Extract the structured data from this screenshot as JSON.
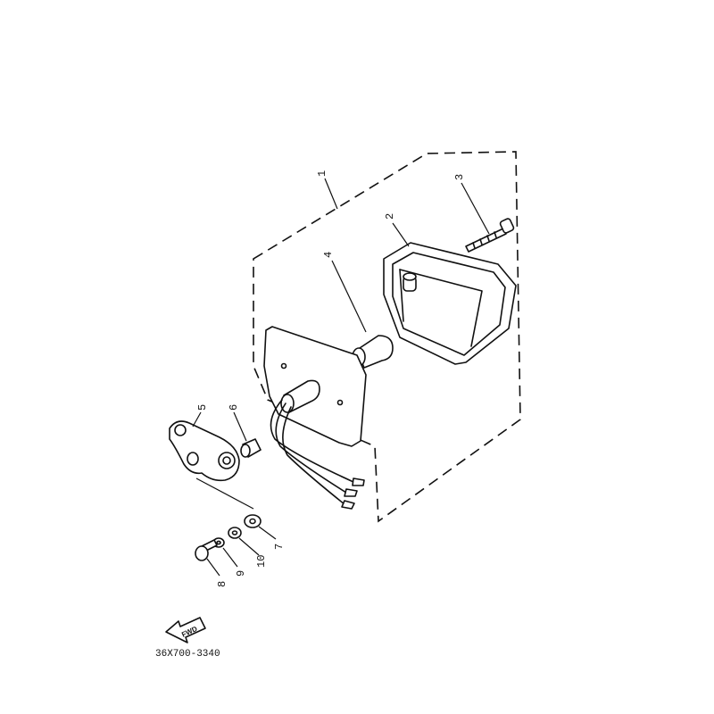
{
  "diagram": {
    "callouts": [
      {
        "id": "1",
        "label": "1"
      },
      {
        "id": "2",
        "label": "2"
      },
      {
        "id": "3",
        "label": "3"
      },
      {
        "id": "4",
        "label": "4"
      },
      {
        "id": "5",
        "label": "5"
      },
      {
        "id": "6",
        "label": "6"
      },
      {
        "id": "7",
        "label": "7"
      },
      {
        "id": "8",
        "label": "8"
      },
      {
        "id": "9",
        "label": "9"
      },
      {
        "id": "10",
        "label": "10"
      }
    ],
    "fwd_label": "FWD",
    "drawing_code": "36X700-3340"
  }
}
